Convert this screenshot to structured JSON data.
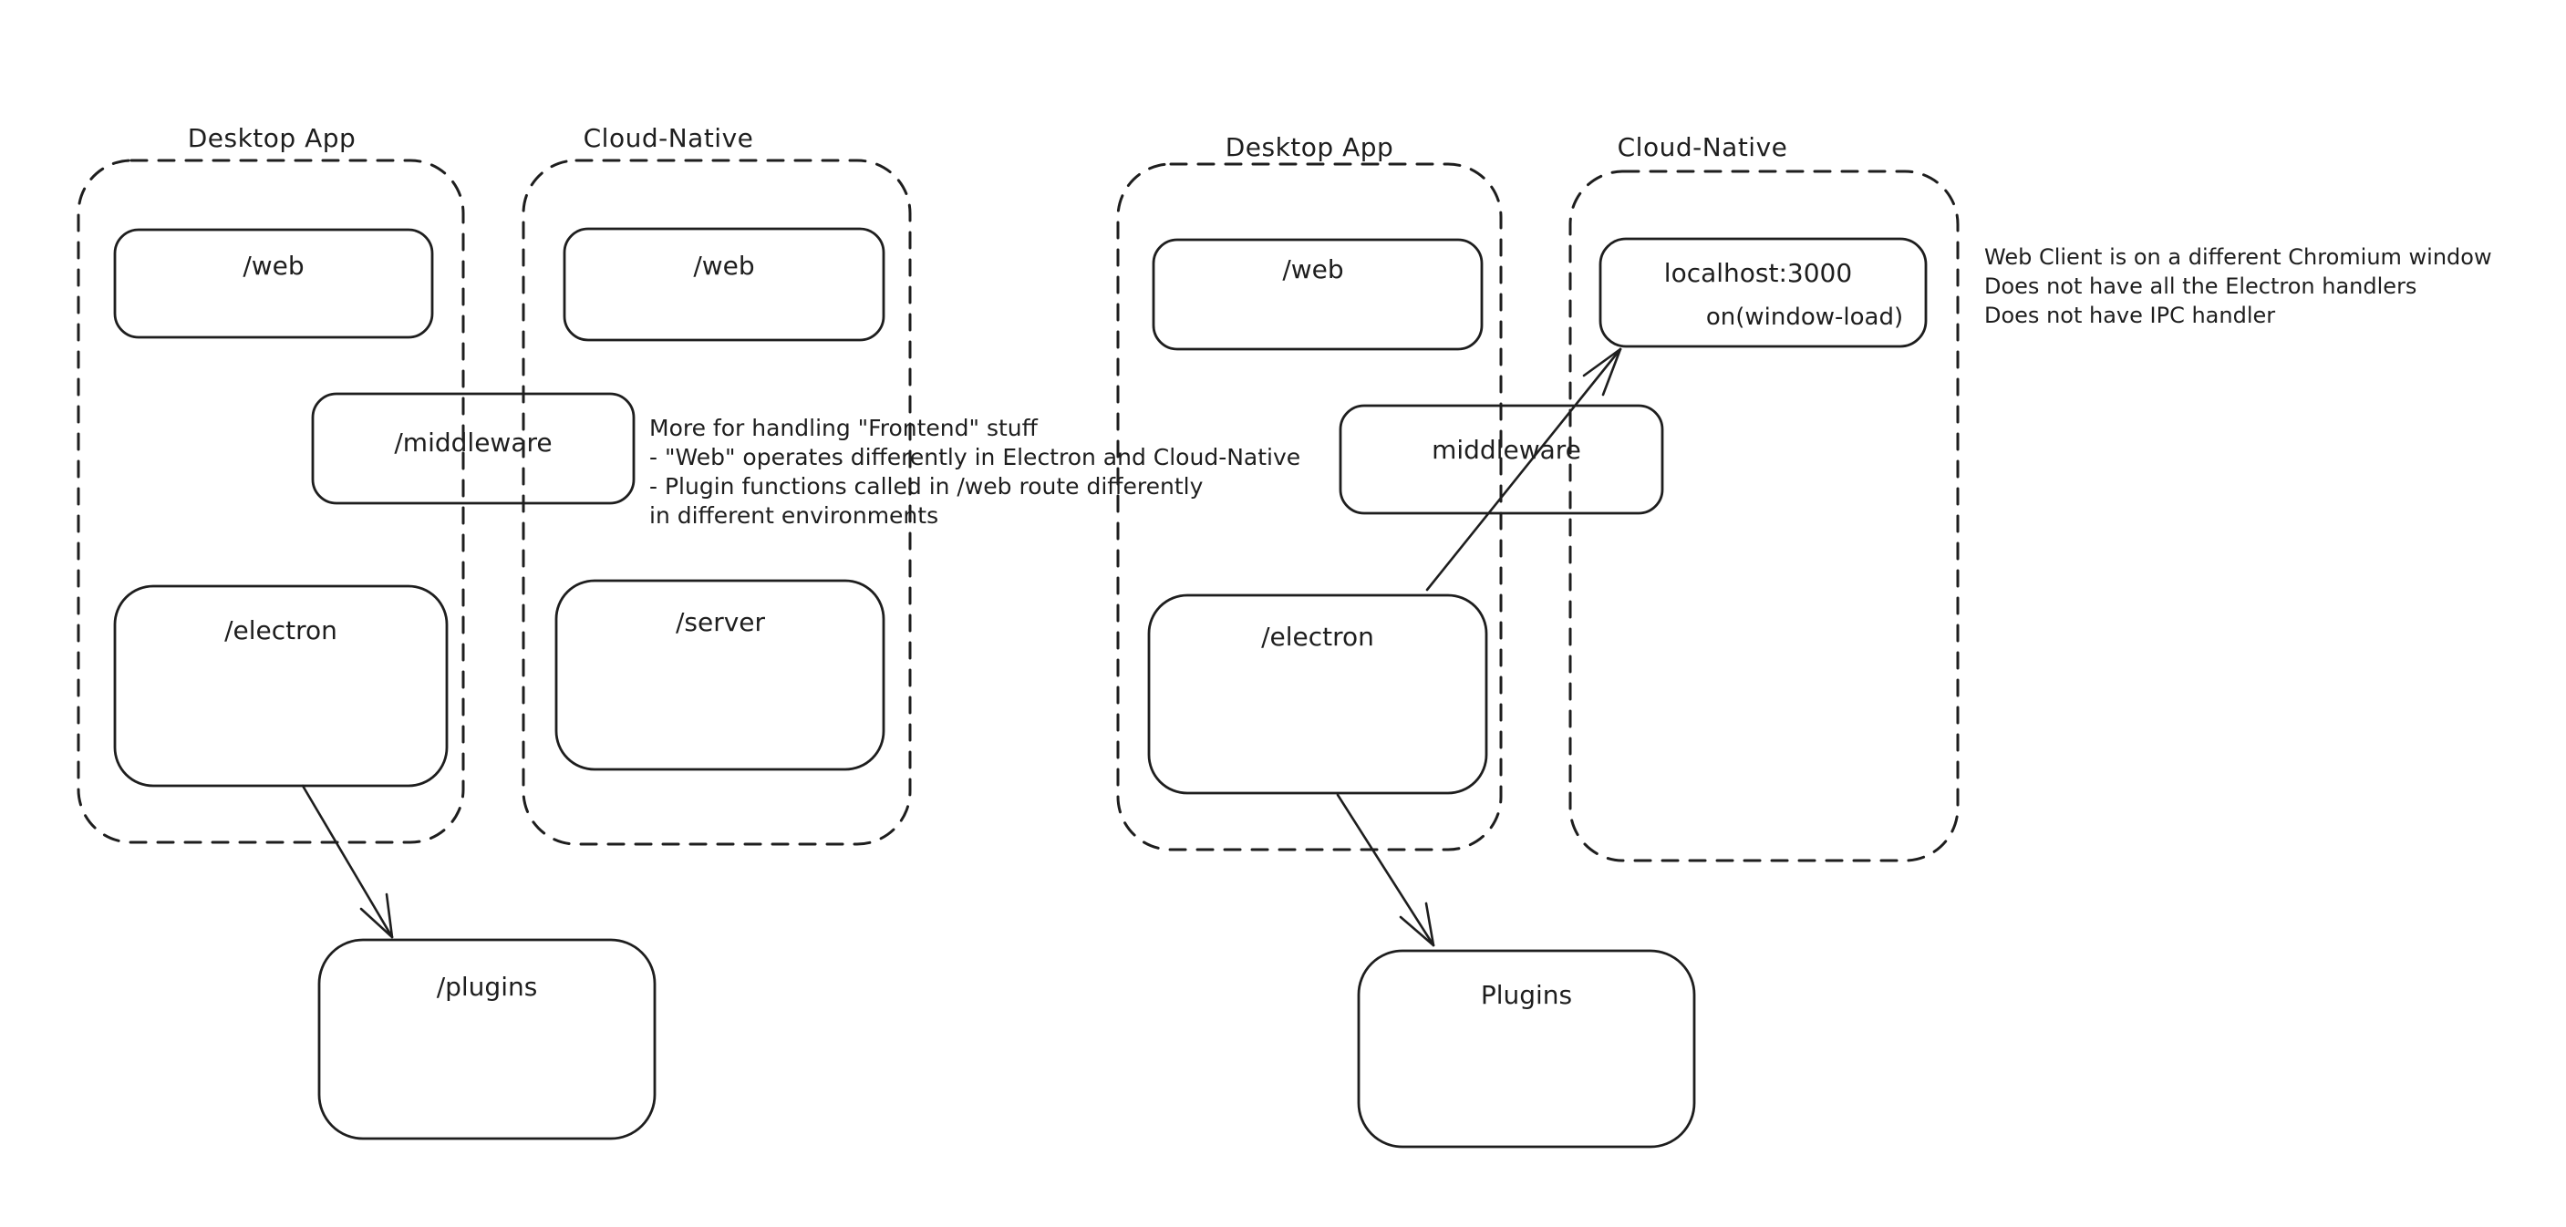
{
  "colors": {
    "background": "#ffffff",
    "ink": "#1e1e1e",
    "red": "#d23b32",
    "green": "#4a9e57"
  },
  "left": {
    "desktop_app": {
      "title": "Desktop App",
      "web": "/web",
      "electron": "/electron"
    },
    "cloud_native": {
      "title": "Cloud-Native",
      "web": "/web",
      "server": "/server"
    },
    "middleware": "/middleware",
    "plugins": "/plugins"
  },
  "right": {
    "desktop_app": {
      "title": "Desktop App",
      "web": "/web",
      "electron": "/electron"
    },
    "cloud_native": {
      "title": "Cloud-Native",
      "localhost": "localhost:3000",
      "on_window_load": "on(window-load)"
    },
    "middleware": "middleware",
    "plugins": "Plugins"
  },
  "notes": {
    "green": {
      "lines": [
        "More for handling \"Frontend\" stuff",
        "- \"Web\" operates differently in Electron and Cloud-Native",
        "- Plugin functions called in /web route differently",
        "in different environments"
      ]
    },
    "red": {
      "lines": [
        "Web Client is on a different Chromium window",
        "Does not have all the Electron handlers",
        "Does not have IPC handler"
      ]
    }
  }
}
